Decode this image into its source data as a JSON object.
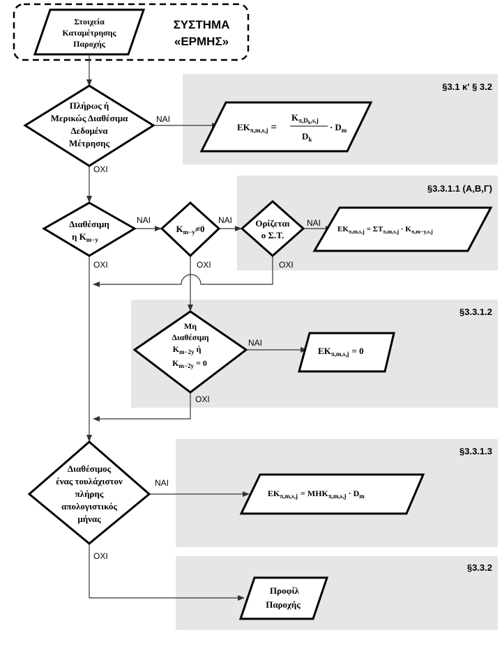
{
  "system_title": [
    "ΣΥΣΤΗΜΑ",
    "«ΕΡΜΗΣ»"
  ],
  "start_node": [
    "Στοιχεία",
    "Καταμέτρησης",
    "Παροχής"
  ],
  "sections": {
    "s1": "§3.1 κ' § 3.2",
    "s2": "§3.3.1.1 (Α,Β,Γ)",
    "s3": "§3.3.1.2",
    "s4": "§3.3.1.3",
    "s5": "§3.3.2"
  },
  "decisions": {
    "d1": [
      "Πλήρως ή",
      "Μερικώς Διαθέσιμα",
      "Δεδομένα",
      "Μέτρησης"
    ],
    "d2": [
      "Διαθέσιμη",
      "η Κ"
    ],
    "d2_sub": "m−y",
    "d3": "Κ",
    "d3_sub": "m−y",
    "d3_tail": "≠0",
    "d4": [
      "Ορίζεται",
      "ο Σ.Τ."
    ],
    "d5": [
      "Μη",
      "Διαθέσιμη"
    ],
    "d5_k": "Κ",
    "d5_sub": "m−2y",
    "d5_or": "ή",
    "d5_tail": "= 0",
    "d6": [
      "Διαθέσιμος",
      "ένας τουλάχιστον",
      "πλήρης",
      "απολογιστικός",
      "μήνας"
    ]
  },
  "outputs": {
    "o1": {
      "lhs": "ΕΚ",
      "lhs_sub": "π,m,s,j",
      "eq": "=",
      "num": "Κ",
      "num_sub": "π,D",
      "num_sub2": "k",
      "num_sub3": ",s,j",
      "den": "D",
      "den_sub": "k",
      "dot": "·",
      "rhs": "D",
      "rhs_sub": "m"
    },
    "o2": {
      "lhs": "ΕΚ",
      "lhs_sub": "π,m,s,j",
      "eq": "= ΣΤ",
      "st_sub": "π,m,s,j",
      "dot": " · Κ",
      "k_sub": "π,m−y,s,j"
    },
    "o3": {
      "lhs": "ΕΚ",
      "lhs_sub": "π,m,s,j",
      "rhs": "= 0"
    },
    "o4": {
      "lhs": "ΕΚ",
      "lhs_sub": "π,m,s,j",
      "eq": "= ΜΗΚ",
      "mhk_sub": "π,m,s,j",
      "dot": " · D",
      "rhs_sub": "m"
    },
    "o5": [
      "Προφίλ",
      "Παροχής"
    ]
  },
  "labels": {
    "yes": "ΝΑΙ",
    "no": "ΟΧΙ"
  },
  "colors": {
    "panel": "#e6e6e6",
    "stroke": "#000000"
  }
}
